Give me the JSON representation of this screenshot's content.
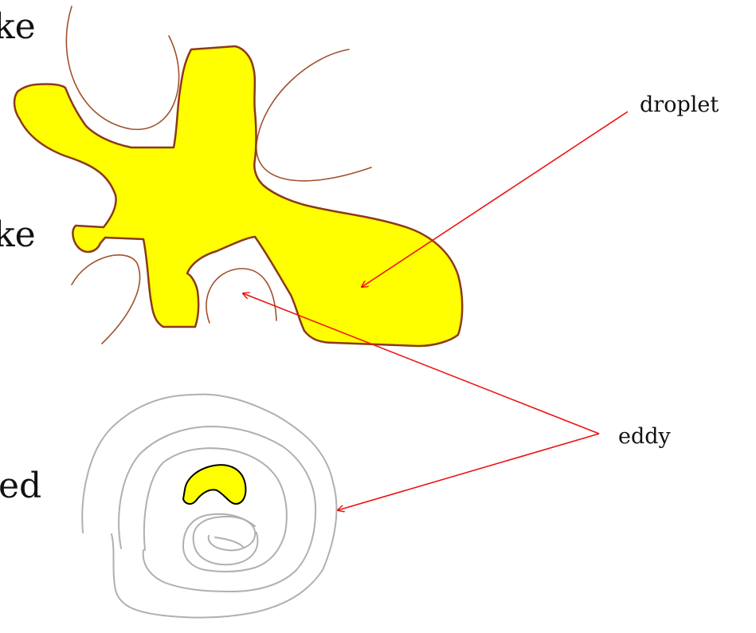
{
  "clipped_text": {
    "top": "ke",
    "middle": "ke",
    "bottom": "ed"
  },
  "labels": {
    "droplet": "droplet",
    "eddy": "eddy"
  },
  "colors": {
    "droplet_fill": "#ffff00",
    "droplet_stroke": "#8b3a1a",
    "eddy_stroke": "#a0522d",
    "arrow": "#ee1111",
    "spiral": "#b0b0b0",
    "small_droplet_stroke": "#000000"
  }
}
